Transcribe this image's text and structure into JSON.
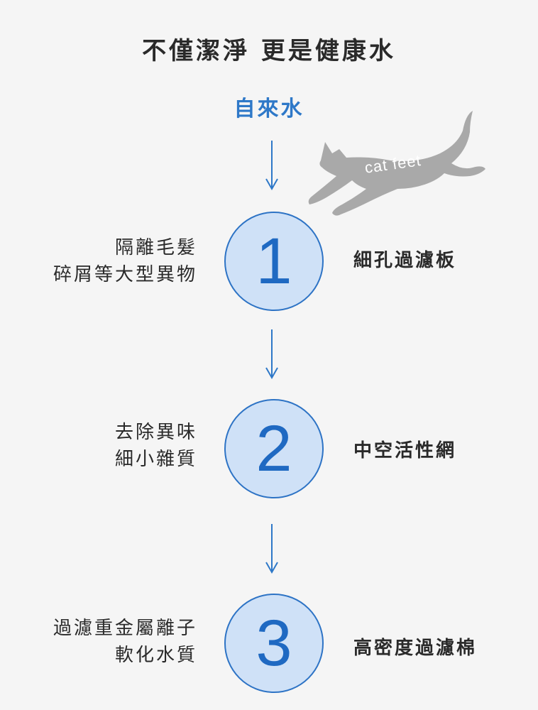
{
  "title": "不僅潔淨 更是健康水",
  "source": "自來水",
  "watermark": {
    "text": "cat feet",
    "icon": "cat-silhouette"
  },
  "colors": {
    "accent": "#2e78c8",
    "circle_fill": "#cfe1f7",
    "circle_stroke": "#2d73c5",
    "watermark": "#a9a9a9"
  },
  "stages": [
    {
      "number": "1",
      "effect": [
        "隔離毛髮",
        "碎屑等大型異物"
      ],
      "filter": "細孔過濾板"
    },
    {
      "number": "2",
      "effect": [
        "去除異味",
        "細小雜質"
      ],
      "filter": "中空活性網"
    },
    {
      "number": "3",
      "effect": [
        "過濾重金屬離子",
        "軟化水質"
      ],
      "filter": "高密度過濾棉"
    }
  ]
}
